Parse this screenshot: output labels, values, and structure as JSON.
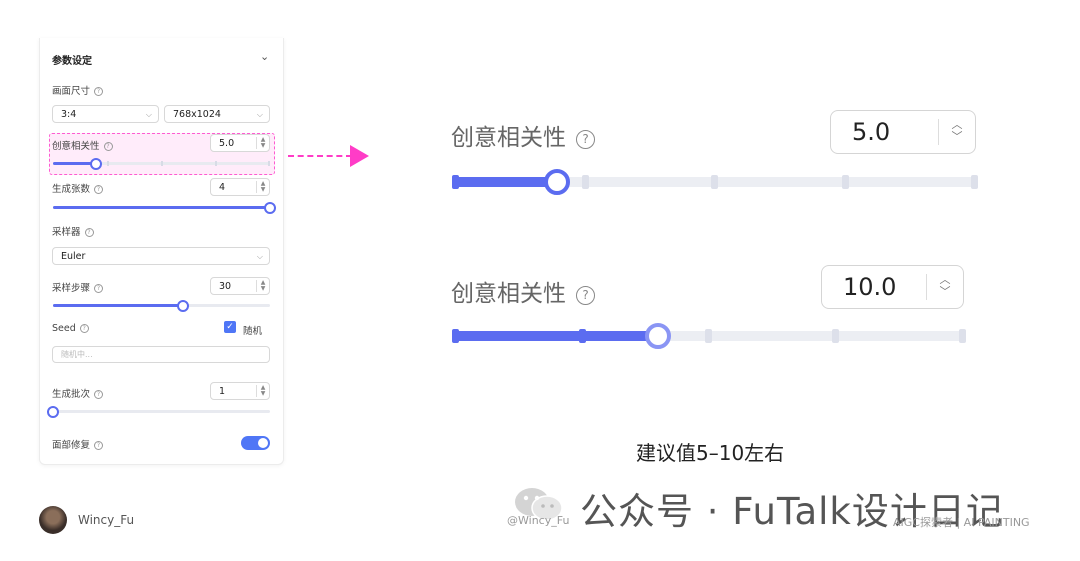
{
  "panel": {
    "title": "参数设定",
    "size_label": "画面尺寸",
    "ratio_value": "3:4",
    "resolution_value": "768x1024",
    "creativity_label": "创意相关性",
    "creativity_value": "5.0",
    "creativity_level": 0.2,
    "count_label": "生成张数",
    "count_value": "4",
    "count_level": 1.0,
    "sampler_label": "采样器",
    "sampler_value": "Euler",
    "steps_label": "采样步骤",
    "steps_value": "30",
    "steps_level": 0.6,
    "seed_label": "Seed",
    "random_label": "随机",
    "random_checked": true,
    "seed_placeholder": "随机中...",
    "batch_label": "生成批次",
    "batch_value": "1",
    "batch_level": 0.0,
    "face_fix_label": "面部修复",
    "face_fix_on": true
  },
  "zoom": {
    "slider1": {
      "label": "创意相关性",
      "value": "5.0",
      "level": 0.2
    },
    "slider2": {
      "label": "创意相关性",
      "value": "10.0",
      "level": 0.4
    },
    "caption": "建议值5–10左右"
  },
  "footer": {
    "author": "Wincy_Fu",
    "watermark_center": "@Wincy_Fu",
    "brand": "公众号 · FuTalk设计日记",
    "watermark_right": "AIGC探索者 | AI PAINTING"
  },
  "colors": {
    "accent": "#5b6cf0",
    "highlight": "#ff3cc7",
    "checkbox": "#4f76f6"
  }
}
